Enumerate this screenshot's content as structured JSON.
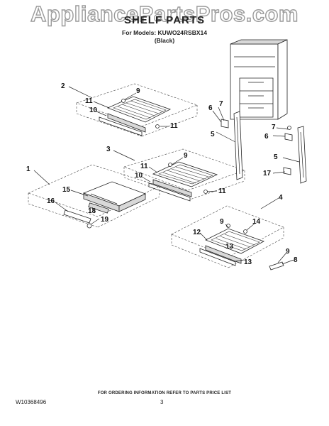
{
  "header": {
    "watermark": "AppliancePartsPros.com",
    "title": "SHELF PARTS",
    "models_line": "For Models: KUWO24RSBX14",
    "variant": "(Black)"
  },
  "callouts": [
    "1",
    "2",
    "3",
    "4",
    "5",
    "5",
    "6",
    "6",
    "7",
    "7",
    "8",
    "9",
    "9",
    "9",
    "9",
    "10",
    "10",
    "11",
    "11",
    "11",
    "11",
    "12",
    "13",
    "13",
    "14",
    "15",
    "16",
    "17",
    "18",
    "19"
  ],
  "footer": {
    "note": "FOR ORDERING INFORMATION REFER TO PARTS PRICE LIST",
    "document_number": "W10368496",
    "page_number": "3"
  }
}
